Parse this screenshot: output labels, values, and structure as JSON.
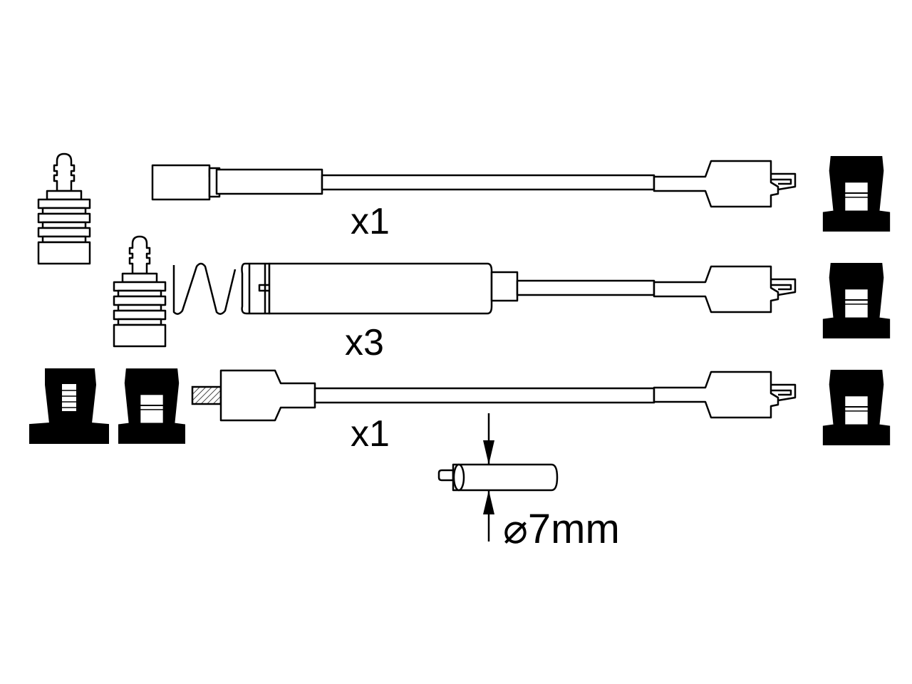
{
  "cables": [
    {
      "quantity_label": "x1"
    },
    {
      "quantity_label": "x3"
    },
    {
      "quantity_label": "x1"
    }
  ],
  "diameter_label": "⌀7mm",
  "colors": {
    "line": "#000000",
    "background": "#ffffff"
  }
}
